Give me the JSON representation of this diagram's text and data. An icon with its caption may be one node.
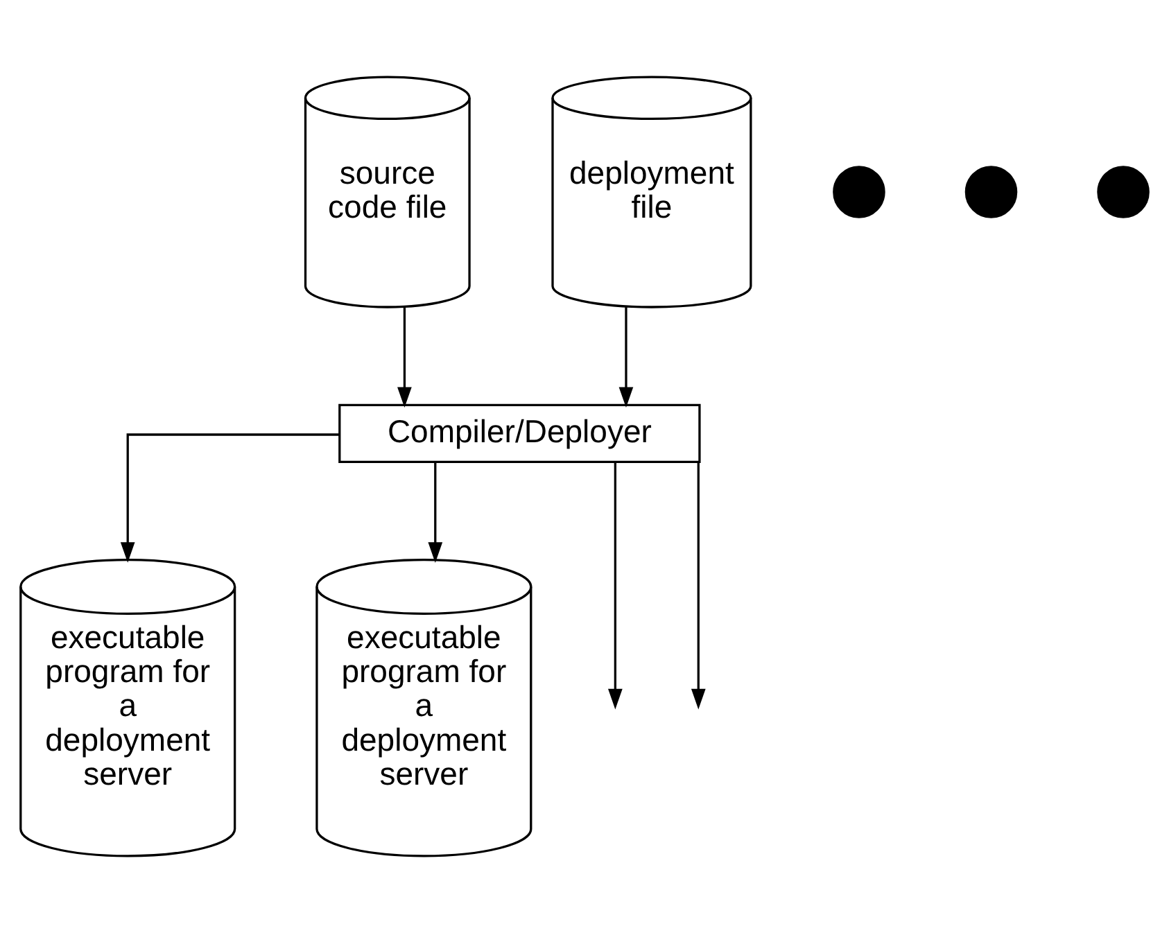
{
  "diagram": {
    "nodes": [
      {
        "text": [
          "source code file"
        ]
      },
      {
        "text": [
          "deployment file"
        ]
      },
      {
        "text": [
          "Compiler/Deployer"
        ]
      },
      {
        "text": [
          "executable program for a deployment server"
        ]
      },
      {
        "text": [],
        "shape": "circle"
      },
      {
        "text": [],
        "shape": "circle"
      },
      {
        "text": [],
        "shape": "circle"
      },
      {
        "text": [
          "executable program for a deployment server"
        ]
      }
    ],
    "edges": [
      {
        "from": 0,
        "to": 2,
        "arrow": "to"
      },
      {
        "from": 1,
        "to": 2,
        "arrow": "to"
      },
      {
        "from": 2,
        "to": 3,
        "arrow": "to"
      },
      {
        "from": 2,
        "to": null,
        "arrow": "to"
      },
      {
        "from": 2,
        "to": null,
        "arrow": "to"
      },
      {
        "from": 2,
        "to": 7,
        "arrow": "to"
      }
    ]
  }
}
